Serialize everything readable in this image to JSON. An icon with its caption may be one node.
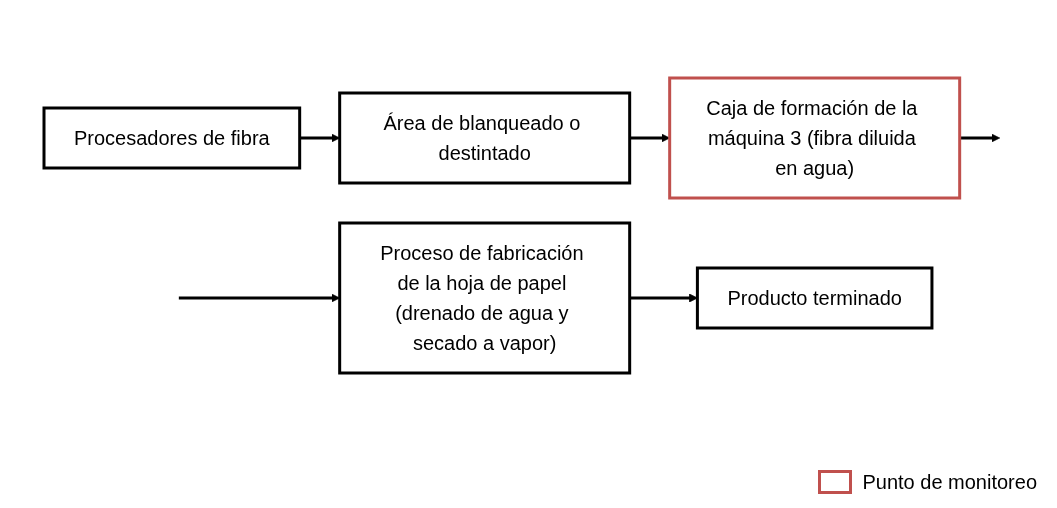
{
  "diagram": {
    "nodes": [
      {
        "text": [
          "Procesadores de fibra"
        ]
      },
      {
        "text": [
          "Área de blanqueado o destintado"
        ]
      },
      {
        "text": [
          "Caja de formación de la máquina 3 (fibra diluida en agua)"
        ]
      },
      {
        "text": [
          "Proceso de fabricación de la hoja de papel (drenado de agua y secado a vapor)"
        ]
      },
      {
        "text": [
          "Producto terminado"
        ]
      }
    ],
    "edges": [
      {
        "from": 0,
        "to": 1,
        "arrow": "to"
      },
      {
        "from": 1,
        "to": 2,
        "arrow": "to"
      },
      {
        "from": 2,
        "to": null,
        "arrow": "to"
      },
      {
        "from": null,
        "to": 3,
        "arrow": "to"
      },
      {
        "from": 3,
        "to": 4,
        "arrow": "to"
      }
    ],
    "legend": [
      {
        "text": "Punto de monitoreo",
        "color": "#c0504d"
      }
    ]
  }
}
